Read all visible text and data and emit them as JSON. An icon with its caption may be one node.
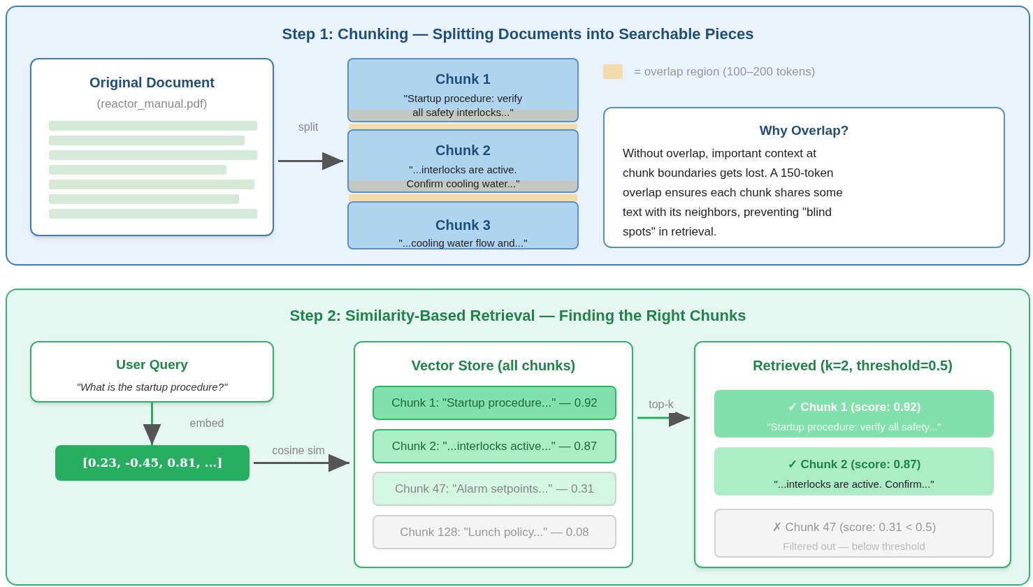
{
  "diagram": {
    "nodes": [
      {
        "text": [
          "Step 1: Chunking — Splitting Documents into Searchable Pieces"
        ]
      },
      {
        "text": [
          "Original Document",
          "(reactor_manual.pdf)"
        ],
        "in": 0
      },
      {
        "text": [
          "Chunk 1",
          "\"Startup procedure: verify all safety interlocks...\""
        ],
        "in": 0
      },
      {
        "text": [
          "Chunk 2",
          "\"...interlocks are active. Confirm cooling water...\""
        ],
        "in": 0
      },
      {
        "text": [
          "Chunk 3",
          "\"...cooling water flow and...\""
        ],
        "in": 0
      },
      {
        "text": [
          "Why Overlap?",
          "Without overlap, important context at chunk boundaries gets lost. A 150-token overlap ensures each chunk shares some text with its neighbors, preventing \"blind spots\" in retrieval."
        ],
        "in": 0
      },
      {
        "text": [
          "Step 2: Similarity-Based Retrieval — Finding the Right Chunks"
        ]
      },
      {
        "text": [
          "User Query",
          "\"What is the startup procedure?\""
        ],
        "in": 6
      },
      {
        "text": [
          "[0.23, -0.45, 0.81, ...]"
        ],
        "in": 6
      },
      {
        "text": [
          "Vector Store (all chunks)"
        ],
        "in": 6
      },
      {
        "text": [
          "Chunk 1: \"Startup procedure...\" — 0.92"
        ],
        "in": 9
      },
      {
        "text": [
          "Chunk 2: \"...interlocks active...\" — 0.87"
        ],
        "in": 9
      },
      {
        "text": [
          "Chunk 47: \"Alarm setpoints...\" — 0.31"
        ],
        "in": 9
      },
      {
        "text": [
          "Chunk 128: \"Lunch policy...\" — 0.08"
        ],
        "in": 9
      },
      {
        "text": [
          "Retrieved (k=2, threshold=0.5)"
        ],
        "in": 6
      },
      {
        "text": [
          "✓ Chunk 1 (score: 0.92)",
          "\"Startup procedure: verify all safety...\""
        ],
        "in": 14
      },
      {
        "text": [
          "✓ Chunk 2 (score: 0.87)",
          "\"...interlocks are active. Confirm...\""
        ],
        "in": 14
      },
      {
        "text": [
          "✗ Chunk 47 (score: 0.31 < 0.5)",
          "Filtered out — below threshold"
        ],
        "in": 14
      }
    ],
    "edges": [
      {
        "from": 1,
        "to": 3,
        "arrow": "to",
        "label": "split"
      },
      {
        "from": 7,
        "to": 8,
        "arrow": "to",
        "label": "embed",
        "color": "#27ae60"
      },
      {
        "from": 8,
        "to": 9,
        "arrow": "to",
        "label": "cosine sim"
      },
      {
        "from": 9,
        "to": 14,
        "arrow": "to",
        "label": "top-k",
        "color": "#27ae60"
      }
    ],
    "legend": [
      {
        "text": "= overlap region (100–200 tokens)",
        "color": "#f3dcab"
      }
    ]
  }
}
